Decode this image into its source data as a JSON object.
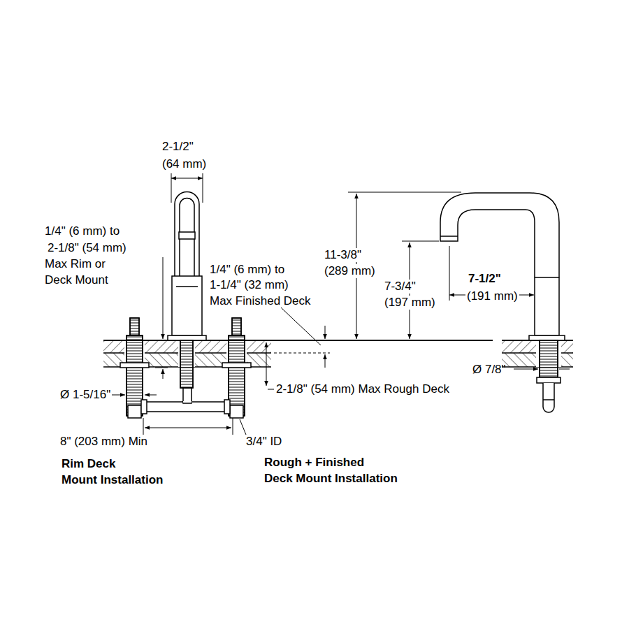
{
  "diagram": {
    "labels": [
      "2-1/2\"",
      "(64 mm)",
      "1/4\" (6 mm) to",
      "2-1/8\" (54 mm)",
      "Max Rim or",
      "Deck Mount",
      "1/4\" (6 mm) to",
      "1-1/4\" (32 mm)",
      "Max Finished Deck",
      "11-3/8\"",
      "(289 mm)",
      "7-3/4\"",
      "(197 mm)",
      "7-1/2\"",
      "(191 mm)",
      "Ø 7/8\"",
      "2-1/8\" (54 mm) Max Rough Deck",
      "Ø 1-5/16\"",
      "8\" (203 mm) Min",
      "3/4\" ID",
      "Rim Deck",
      "Mount Installation",
      "Rough + Finished",
      "Deck Mount Installation"
    ]
  }
}
